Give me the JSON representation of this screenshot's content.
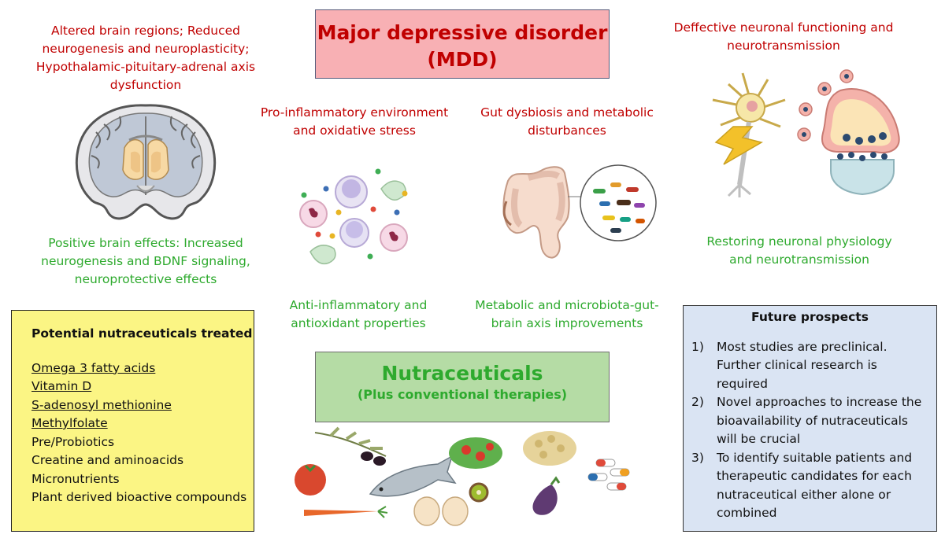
{
  "title": {
    "line1": "Major depressive disorder",
    "line2": "(MDD)"
  },
  "brain": {
    "problem": [
      "Altered brain regions; Reduced",
      "neurogenesis and neuroplasticity;",
      "Hypothalamic-pituitary-adrenal axis",
      "dysfunction"
    ],
    "benefit": [
      "Positive brain effects: Increased",
      "neurogenesis and BDNF signaling,",
      "neuroprotective effects"
    ]
  },
  "inflammation": {
    "problem": [
      "Pro-inflammatory environment",
      "and oxidative stress"
    ],
    "benefit": [
      "Anti-inflammatory and",
      "antioxidant properties"
    ]
  },
  "gut": {
    "problem": [
      "Gut dysbiosis and metabolic",
      "disturbances"
    ],
    "benefit": [
      "Metabolic and microbiota-gut-",
      "brain axis improvements"
    ]
  },
  "neuron": {
    "problem": [
      "Deffective neuronal functioning and",
      "neurotransmission"
    ],
    "benefit": [
      "Restoring neuronal physiology",
      "and neurotransmission"
    ]
  },
  "nutraceuticals": {
    "title": "Nutraceuticals",
    "subtitle": "(Plus conventional therapies)"
  },
  "potential": {
    "heading": "Potential nutraceuticals treated",
    "items": [
      "Omega 3 fatty acids",
      "Vitamin D",
      "S-adenosyl methionine",
      "Methylfolate",
      "Pre/Probiotics",
      "Creatine and aminoacids",
      "Micronutrients",
      "Plant derived bioactive compounds"
    ]
  },
  "future": {
    "heading": "Future prospects",
    "items": [
      {
        "num": "1)",
        "lines": [
          "Most studies are preclinical.",
          "Further clinical research is",
          "required"
        ]
      },
      {
        "num": "2)",
        "lines": [
          "Novel approaches to increase the",
          "bioavailability of nutraceuticals",
          "will be crucial"
        ]
      },
      {
        "num": "3)",
        "lines": [
          "To identify suitable patients and",
          "therapeutic candidates for each",
          "nutraceutical either alone or",
          "combined"
        ]
      }
    ]
  },
  "colors": {
    "problem_text": "#c00000",
    "benefit_text": "#2eaa2e",
    "title_box": "#f8b0b4",
    "nutra_box": "#b5dca5",
    "potential_box": "#fbf584",
    "future_box": "#dae4f3"
  },
  "icons": [
    "brain-coronal-icon",
    "immune-cells-icon",
    "gut-microbiota-icon",
    "neuron-synapse-icon",
    "food-items-icon",
    "capsules-icon"
  ]
}
